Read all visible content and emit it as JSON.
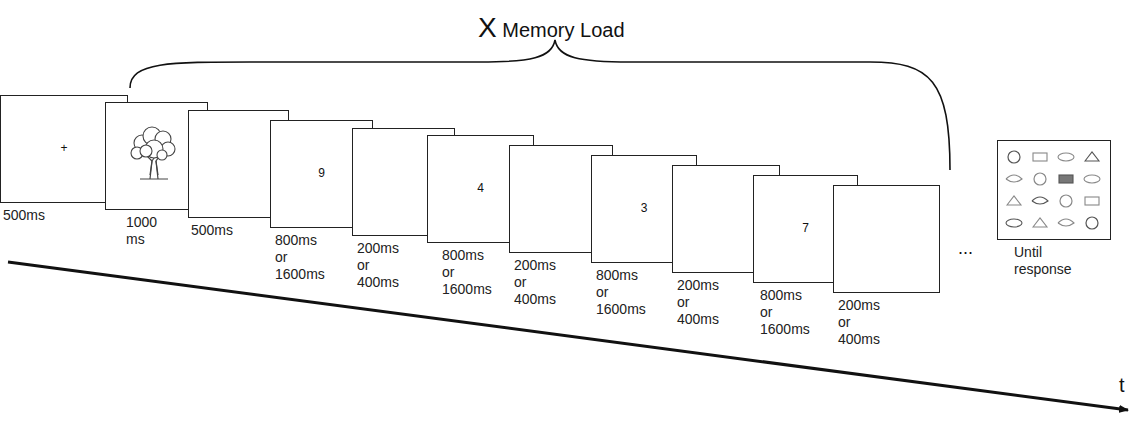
{
  "diagram": {
    "nodes": [
      {
        "text": [
          "+",
          "500ms"
        ]
      },
      {
        "text": [
          "1000 ms"
        ]
      },
      {
        "text": [
          "500ms"
        ]
      },
      {
        "text": [
          "9",
          "800ms or 1600ms"
        ]
      },
      {
        "text": [
          "200ms or 400ms"
        ]
      },
      {
        "text": [
          "4",
          "800ms or 1600ms"
        ]
      },
      {
        "text": [
          "200ms or 400ms"
        ]
      },
      {
        "text": [
          "3",
          "800ms or 1600ms"
        ]
      },
      {
        "text": [
          "200ms or 400ms"
        ]
      },
      {
        "text": [
          "7",
          "800ms or 1600ms"
        ]
      },
      {
        "text": [
          "200ms or 400ms"
        ]
      },
      {
        "text": [
          "Until response"
        ]
      }
    ],
    "labels": [
      "X Memory Load",
      "...",
      "t"
    ]
  }
}
